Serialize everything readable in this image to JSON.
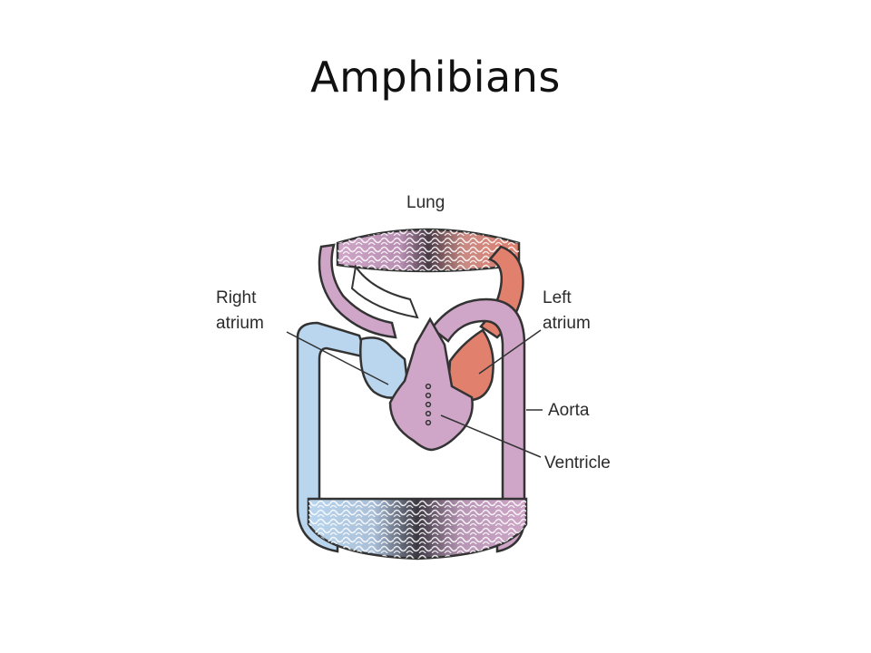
{
  "title": "Amphibians",
  "labels": {
    "lung": "Lung",
    "right_atrium_line1": "Right",
    "right_atrium_line2": "atrium",
    "left_atrium_line1": "Left",
    "left_atrium_line2": "atrium",
    "aorta": "Aorta",
    "ventricle": "Ventricle"
  },
  "colors": {
    "deoxygenated": "#b9d6ee",
    "oxygenated": "#e2806e",
    "mixed": "#cfa6c8",
    "outline": "#333333"
  }
}
